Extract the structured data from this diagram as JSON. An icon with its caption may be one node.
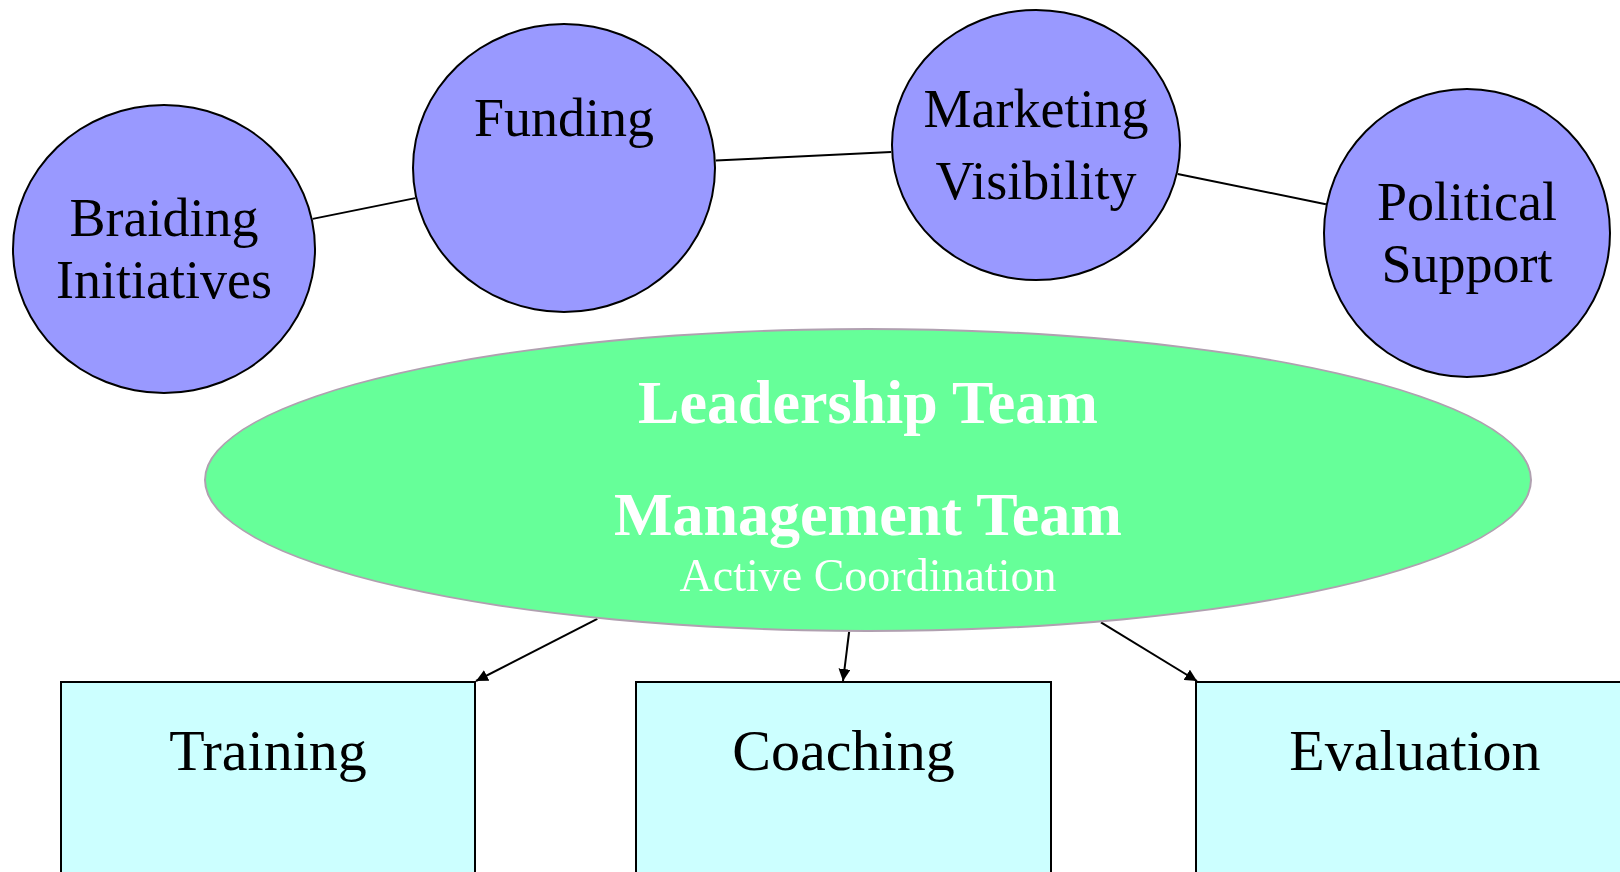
{
  "diagram": {
    "nodes": [
      {
        "text": [
          "Braiding Initiatives"
        ]
      },
      {
        "text": [
          "Funding"
        ]
      },
      {
        "text": [
          "Marketing",
          "Visibility"
        ]
      },
      {
        "text": [
          "Political Support"
        ]
      },
      {
        "text": [
          "Leadership Team",
          "Management Team",
          "Active Coordination"
        ]
      },
      {
        "text": [
          "Training"
        ]
      },
      {
        "text": [
          "Coaching"
        ]
      },
      {
        "text": [
          "Evaluation"
        ]
      }
    ],
    "edges": [
      {
        "from": 0,
        "to": 1,
        "arrow": "none"
      },
      {
        "from": 1,
        "to": 2,
        "arrow": "none"
      },
      {
        "from": 2,
        "to": 3,
        "arrow": "none"
      },
      {
        "from": 4,
        "to": 5,
        "arrow": "to"
      },
      {
        "from": 4,
        "to": 6,
        "arrow": "to"
      },
      {
        "from": 4,
        "to": 7,
        "arrow": "to"
      }
    ]
  }
}
